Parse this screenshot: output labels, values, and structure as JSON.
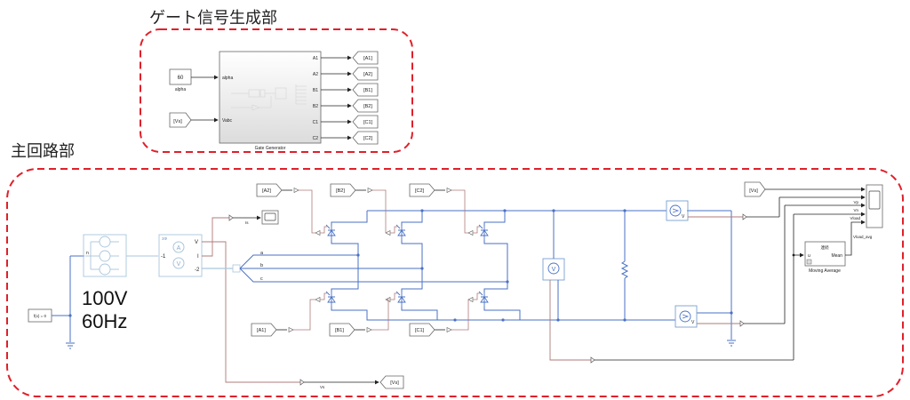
{
  "sections": {
    "gate_title": "ゲート信号生成部",
    "main_title": "主回路部"
  },
  "gate_generator": {
    "block_label": "Gate Generator",
    "input_ports": [
      "alpha",
      "Vabc"
    ],
    "output_ports": [
      "A1",
      "A2",
      "B1",
      "B2",
      "C1",
      "C2"
    ],
    "alpha_constant": {
      "value": "60",
      "label": "alpha"
    },
    "vs_from": "[Vs]",
    "goto_tags": [
      "[A1]",
      "[A2]",
      "[B1]",
      "[B2]",
      "[C1]",
      "[C2]"
    ]
  },
  "main_circuit": {
    "source_annotation": {
      "voltage": "100V",
      "frequency": "60Hz"
    },
    "solver_block": "f(x) = 0",
    "source_port": "n",
    "measurement": {
      "badge": "3Φ",
      "ports_left": [
        "-1"
      ],
      "ports_right": [
        "V",
        "I",
        "-2"
      ],
      "meter_a": "A",
      "meter_v": "V"
    },
    "current_signal": "Is",
    "voltage_signal": "Vs",
    "phase_labels": [
      "a",
      "b",
      "c"
    ],
    "top_from_tags": [
      "[A2]",
      "[B2]",
      "[C2]"
    ],
    "bottom_from_tags": [
      "[A1]",
      "[B1]",
      "[C1]"
    ],
    "vs_goto": "[Vs]",
    "voltage_sensor_glyph": "V",
    "sensor_v_label": "V",
    "scope_inputs": [
      "",
      "",
      "Vp",
      "Vn",
      "Vload"
    ],
    "scope_vs_from": "[Vs]",
    "moving_average": {
      "label": "Moving Average",
      "header": "連続",
      "in_port": "u",
      "out_port": "Mean"
    },
    "vload_avg_label": "Vload_avg"
  },
  "colors": {
    "dashed_border": "#e0202a",
    "electrical": "#4a72c4",
    "signal_red": "#b07a7a",
    "signal_black": "#222222"
  }
}
